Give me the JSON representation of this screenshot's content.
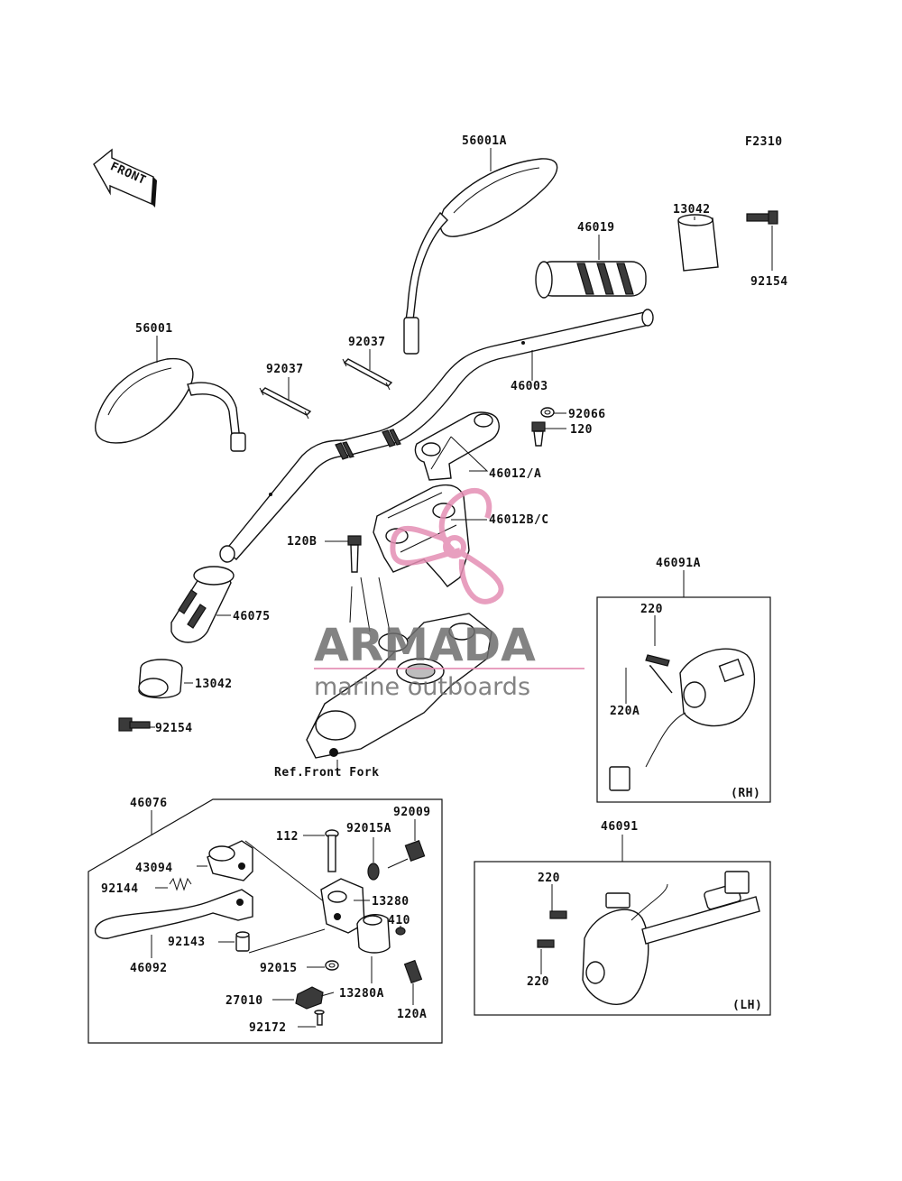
{
  "figure_code": "F2310",
  "front_arrow": "FRONT",
  "labels": {
    "mirror_right": "56001A",
    "mirror_left": "56001",
    "grip_right": "46019",
    "weight_top": "13042",
    "bolt_top": "92154",
    "clamp_right": "92037",
    "clamp_left": "92037",
    "handlebar": "46003",
    "washer_top": "92066",
    "bolt_120": "120",
    "holder_upper": "46012/A",
    "holder_lower": "46012B/C",
    "bolt_120b": "120B",
    "grip_left": "46075",
    "weight_left": "13042",
    "bolt_left": "92154",
    "ref_fork": "Ref.Front Fork",
    "switch_rh_assy": "46091A",
    "switch_rh_screw": "220",
    "switch_rh_screw_a": "220A",
    "switch_rh_side": "(RH)",
    "switch_lh_assy": "46091",
    "switch_lh_screw_top": "220",
    "switch_lh_screw_bot": "220",
    "switch_lh_side": "(LH)",
    "lever_assy": "46076",
    "adjuster": "43094",
    "spring": "92144",
    "lever": "46092",
    "collar_92143": "92143",
    "bolt_112": "112",
    "washer_92015a": "92015A",
    "bolt_92009": "92009",
    "holder_13280": "13280",
    "bolt_410": "410",
    "nut_92015": "92015",
    "holder_13280a": "13280A",
    "switch_27010": "27010",
    "screw_92172": "92172",
    "bolt_120a": "120A"
  },
  "watermark": {
    "brand": "ARMADA",
    "tagline": "marine outboards"
  },
  "colors": {
    "line": "#111111",
    "watermark_logo": "#e58fb4",
    "watermark_text": "#6e6e6e"
  }
}
